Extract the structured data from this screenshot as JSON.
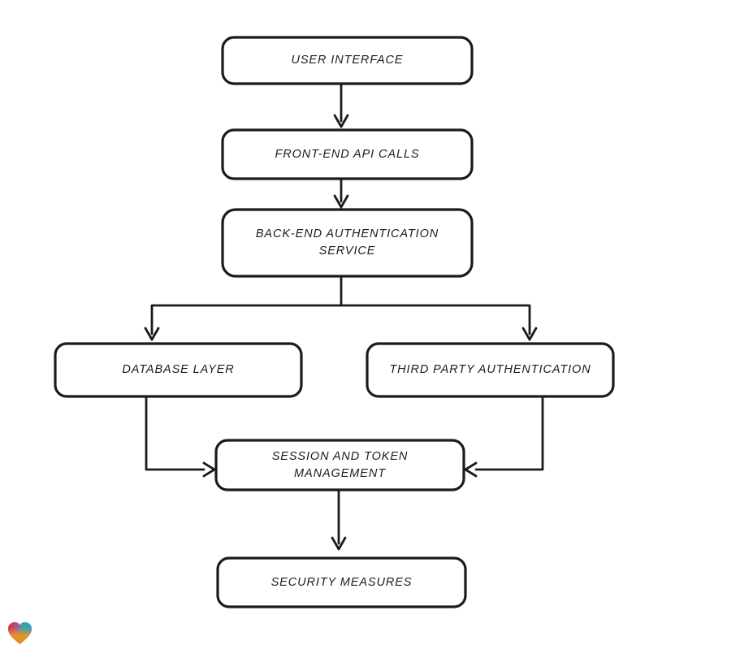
{
  "diagram": {
    "type": "flowchart",
    "background_color": "#ffffff",
    "stroke_color": "#1b1b1b",
    "text_color": "#1c1c1c",
    "node_fill_color": "#ffffff",
    "nodes": [
      {
        "id": "user-interface",
        "label": "USER INTERFACE"
      },
      {
        "id": "front-end-api-calls",
        "label": "FRONT-END API CALLS"
      },
      {
        "id": "back-end-authentication-service",
        "label": "BACK-END AUTHENTICATION\nSERVICE"
      },
      {
        "id": "database-layer",
        "label": "DATABASE LAYER"
      },
      {
        "id": "third-party-authentication",
        "label": "THIRD PARTY AUTHENTICATION"
      },
      {
        "id": "session-and-token-management",
        "label": "SESSION AND TOKEN\nMANAGEMENT"
      },
      {
        "id": "security-measures",
        "label": "SECURITY MEASURES"
      }
    ],
    "edges": [
      {
        "from": "user-interface",
        "to": "front-end-api-calls"
      },
      {
        "from": "front-end-api-calls",
        "to": "back-end-authentication-service"
      },
      {
        "from": "back-end-authentication-service",
        "to": "database-layer"
      },
      {
        "from": "back-end-authentication-service",
        "to": "third-party-authentication"
      },
      {
        "from": "database-layer",
        "to": "session-and-token-management"
      },
      {
        "from": "third-party-authentication",
        "to": "session-and-token-management"
      },
      {
        "from": "session-and-token-management",
        "to": "security-measures"
      }
    ],
    "watermark": {
      "icon": "heart-gradient-icon",
      "colors": [
        "#e3242b",
        "#2d9bd8",
        "#f7941d"
      ]
    }
  }
}
